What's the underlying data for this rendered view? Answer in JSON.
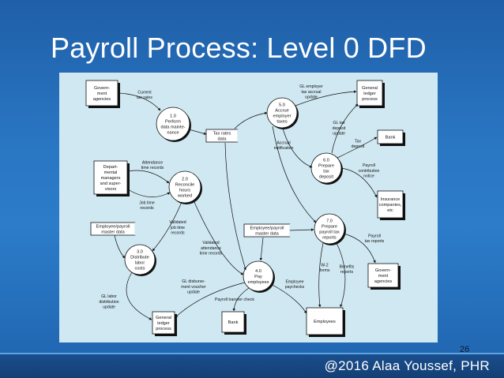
{
  "slide": {
    "title": "Payroll Process: Level 0 DFD",
    "page_number": "26",
    "copyright": "@2016 Alaa Youssef, PHR"
  },
  "colors": {
    "background": "#2a77c4",
    "panel": "#cfe8f2",
    "title_text": "#ffffff"
  },
  "dfd": {
    "entities": {
      "govt_agencies_top": [
        "Govern-",
        "ment",
        "agencies"
      ],
      "dept_managers": [
        "Depart-",
        "mental",
        "managers",
        "and super-",
        "visors"
      ],
      "general_ledger_top": [
        "General",
        "ledger",
        "process"
      ],
      "bank_right": [
        "Bank"
      ],
      "insurance": [
        "Insurance",
        "companies,",
        "etc"
      ],
      "govt_agencies_right": [
        "Govern-",
        "ment",
        "agencies"
      ],
      "general_ledger_bottom": [
        "General",
        "ledger",
        "process"
      ],
      "bank_bottom": [
        "Bank"
      ],
      "employees": [
        "Employees"
      ]
    },
    "processes": {
      "p1": [
        "1.0",
        "Perform",
        "data mainte-",
        "nance"
      ],
      "p2": [
        "2.0",
        "Reconcile",
        "hours",
        "worked"
      ],
      "p3": [
        "3.0",
        "Distribute",
        "labor",
        "costs"
      ],
      "p4": [
        "4.0",
        "Pay",
        "employees"
      ],
      "p5": [
        "5.0",
        "Accrue",
        "employer",
        "taxes"
      ],
      "p6": [
        "6.0",
        "Prepare",
        "tax",
        "deposit"
      ],
      "p7": [
        "7.0",
        "Prepare",
        "payroll tax",
        "reports"
      ]
    },
    "stores": {
      "tax_rates": [
        "Tax rates",
        "data"
      ],
      "emp_master_left": [
        "Employee/payroll",
        "master data"
      ],
      "emp_master_mid": [
        "Employee/payroll",
        "master data"
      ]
    },
    "flows": {
      "current_tax_rates": [
        "Current",
        "tax rates"
      ],
      "attendance_time_records": [
        "Attendance",
        "time records"
      ],
      "job_time_records": [
        "Job time",
        "records"
      ],
      "validated_job_time": [
        "Validated",
        "job time",
        "records"
      ],
      "validated_attendance": [
        "Validated",
        "attendance",
        "time records"
      ],
      "gl_labor": [
        "GL labor",
        "distribution",
        "update"
      ],
      "gl_disbursement": [
        "GL disburse-",
        "ment voucher",
        "update"
      ],
      "payroll_transfer": [
        "Payroll transfer check"
      ],
      "employee_paychecks": [
        "Employee",
        "paychecks"
      ],
      "w2_forms": [
        "W-2",
        "forms"
      ],
      "benefits_reports": [
        "Benefits",
        "reports"
      ],
      "payroll_tax_reports": [
        "Payroll",
        "tax reports"
      ],
      "payroll_contribution": [
        "Payroll",
        "contribution",
        "notice"
      ],
      "tax_deposit": [
        "Tax",
        "deposit"
      ],
      "gl_tax_deposit": [
        "GL tax",
        "deposit",
        "update"
      ],
      "gl_employer_tax": [
        "GL employer",
        "tax accrual",
        "update"
      ],
      "accrual_notification": [
        "Accrual",
        "notification"
      ]
    }
  }
}
